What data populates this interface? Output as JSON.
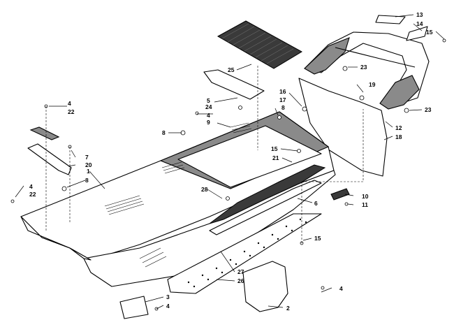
{
  "callouts": [
    {
      "id": "c1",
      "text": "1"
    },
    {
      "id": "c2",
      "text": "2"
    },
    {
      "id": "c3",
      "text": "3"
    },
    {
      "id": "c4a",
      "text": "4"
    },
    {
      "id": "c4b",
      "text": "4"
    },
    {
      "id": "c4c",
      "text": "4"
    },
    {
      "id": "c4d",
      "text": "4"
    },
    {
      "id": "c4e",
      "text": "4"
    },
    {
      "id": "c4f",
      "text": "4"
    },
    {
      "id": "c5",
      "text": "5"
    },
    {
      "id": "c6",
      "text": "6"
    },
    {
      "id": "c7",
      "text": "7"
    },
    {
      "id": "c8a",
      "text": "8"
    },
    {
      "id": "c8b",
      "text": "8"
    },
    {
      "id": "c8c",
      "text": "8"
    },
    {
      "id": "c9",
      "text": "9"
    },
    {
      "id": "c10",
      "text": "10"
    },
    {
      "id": "c11",
      "text": "11"
    },
    {
      "id": "c12",
      "text": "12"
    },
    {
      "id": "c13",
      "text": "13"
    },
    {
      "id": "c14",
      "text": "14"
    },
    {
      "id": "c15a",
      "text": "15"
    },
    {
      "id": "c15b",
      "text": "15"
    },
    {
      "id": "c15c",
      "text": "15"
    },
    {
      "id": "c16",
      "text": "16"
    },
    {
      "id": "c17",
      "text": "17"
    },
    {
      "id": "c18",
      "text": "18"
    },
    {
      "id": "c19",
      "text": "19"
    },
    {
      "id": "c20",
      "text": "20"
    },
    {
      "id": "c21",
      "text": "21"
    },
    {
      "id": "c22a",
      "text": "22"
    },
    {
      "id": "c22b",
      "text": "22"
    },
    {
      "id": "c23a",
      "text": "23"
    },
    {
      "id": "c23b",
      "text": "23"
    },
    {
      "id": "c24",
      "text": "24"
    },
    {
      "id": "c25",
      "text": "25"
    },
    {
      "id": "c26",
      "text": "26"
    },
    {
      "id": "c27",
      "text": "27"
    },
    {
      "id": "c28",
      "text": "28"
    }
  ]
}
